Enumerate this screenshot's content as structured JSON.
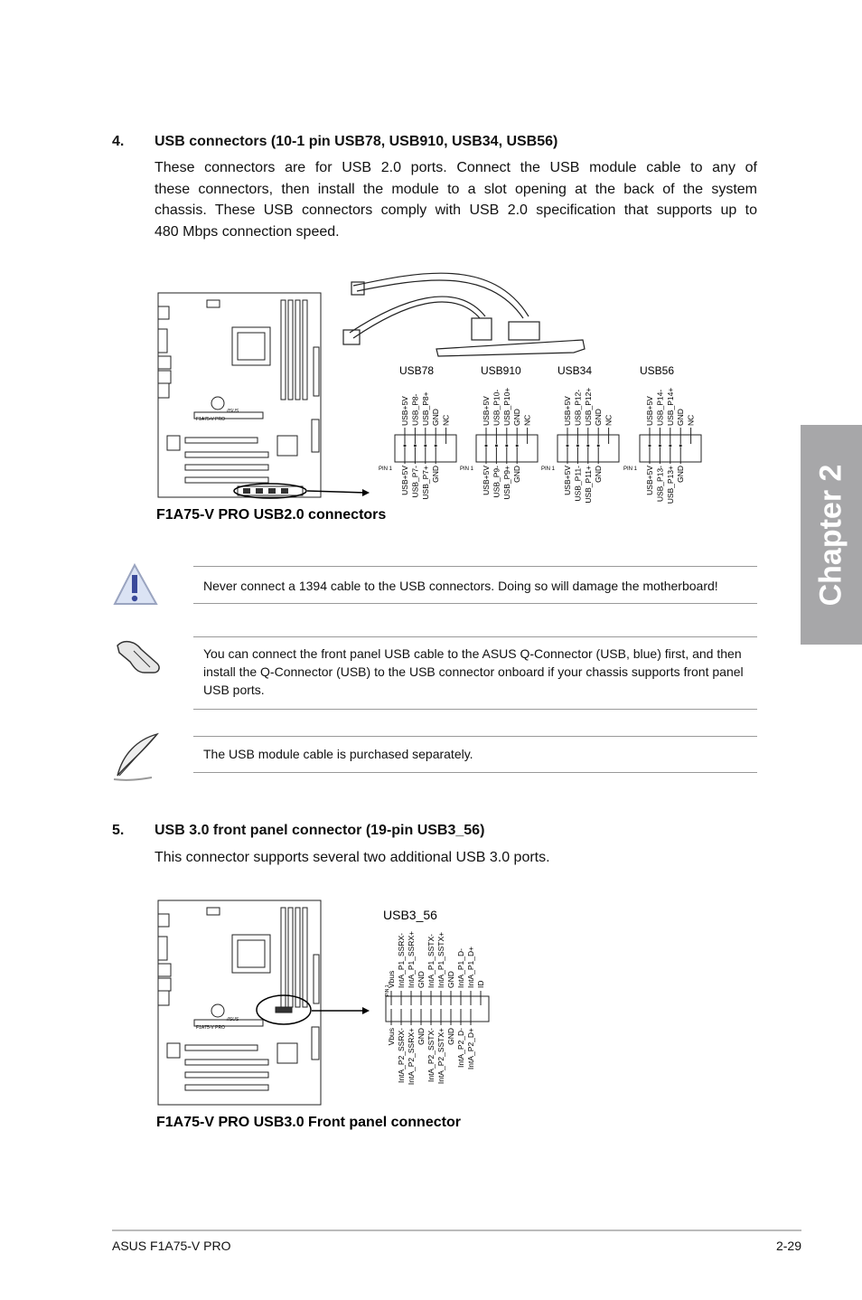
{
  "chapter_tab": "Chapter 2",
  "section4": {
    "number": "4.",
    "title": "USB connectors (10-1 pin USB78, USB910, USB34, USB56)",
    "lines": [
      "These connectors are for USB 2.0 ports. Connect the USB module cable to any of",
      "these connectors, then install the module to a slot opening at the back of the system",
      "chassis. These USB connectors comply with USB 2.0 specification that supports up to",
      "480 Mbps connection speed."
    ]
  },
  "figure1": {
    "caption": "F1A75-V PRO USB2.0 connectors",
    "board_label": "F1A75-V PRO",
    "brand_mark": "/ISUS",
    "pin1_label": "PIN 1",
    "connectors": [
      {
        "name": "USB78",
        "top_pins": [
          "USB+5V",
          "USB_P8-",
          "USB_P8+",
          "GND",
          "NC"
        ],
        "bottom_pins": [
          "USB+5V",
          "USB_P7-",
          "USB_P7+",
          "GND"
        ]
      },
      {
        "name": "USB910",
        "top_pins": [
          "USB+5V",
          "USB_P10-",
          "USB_P10+",
          "GND",
          "NC"
        ],
        "bottom_pins": [
          "USB+5V",
          "USB_P9-",
          "USB_P9+",
          "GND"
        ]
      },
      {
        "name": "USB34",
        "top_pins": [
          "USB+5V",
          "USB_P12-",
          "USB_P12+",
          "GND",
          "NC"
        ],
        "bottom_pins": [
          "USB+5V",
          "USB_P11-",
          "USB_P11+",
          "GND"
        ]
      },
      {
        "name": "USB56",
        "top_pins": [
          "USB+5V",
          "USB_P14-",
          "USB_P14+",
          "GND",
          "NC"
        ],
        "bottom_pins": [
          "USB+5V",
          "USB_P13-",
          "USB_P13+",
          "GND"
        ]
      }
    ]
  },
  "notes": [
    {
      "icon": "warning-icon",
      "text": "Never connect a 1394 cable to the USB connectors. Doing so will damage the motherboard!"
    },
    {
      "icon": "hand-icon",
      "text": "You can connect the front panel USB cable to the ASUS Q-Connector (USB, blue) first, and then install the Q-Connector (USB) to the USB connector onboard if your chassis supports front panel USB ports."
    },
    {
      "icon": "feather-icon",
      "text": "The USB module cable is purchased separately."
    }
  ],
  "section5": {
    "number": "5.",
    "title": "USB 3.0 front panel connector (19-pin USB3_56)",
    "text": "This connector supports several two additional USB 3.0 ports."
  },
  "figure2": {
    "caption": "F1A75-V PRO USB3.0 Front panel connector",
    "board_label": "F1A75-V PRO",
    "brand_mark": "/ISUS",
    "connector_name": "USB3_56",
    "pin1_label": "PIN 1",
    "top_pins": [
      "Vbus",
      "IntA_P1_SSRX-",
      "IntA_P1_SSRX+",
      "GND",
      "IntA_P1_SSTX-",
      "IntA_P1_SSTX+",
      "GND",
      "IntA_P1_D-",
      "IntA_P1_D+",
      "ID"
    ],
    "bottom_pins": [
      "Vbus",
      "IntA_P2_SSRX-",
      "IntA_P2_SSRX+",
      "GND",
      "IntA_P2_SSTX-",
      "IntA_P2_SSTX+",
      "GND",
      "IntA_P2_D-",
      "IntA_P2_D+"
    ]
  },
  "footer": {
    "left": "ASUS F1A75-V PRO",
    "right": "2-29"
  }
}
